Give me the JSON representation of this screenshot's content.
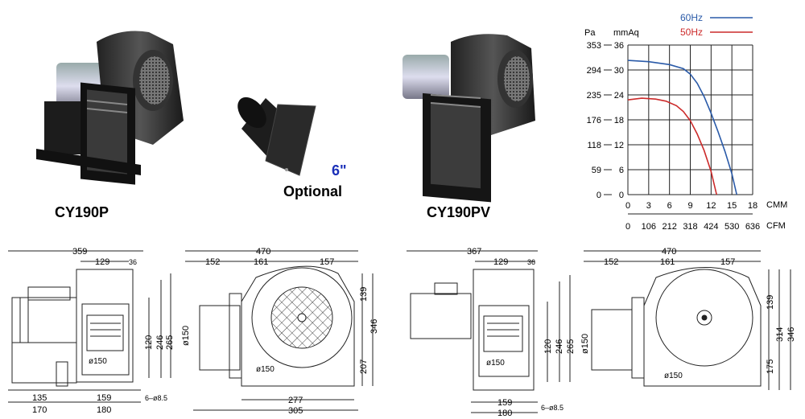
{
  "products": {
    "left_name": "CY190P",
    "right_name": "CY190PV",
    "optional_size": "6\"",
    "optional_label": "Optional"
  },
  "chart_data": {
    "type": "line",
    "title": "",
    "left_axis": {
      "unit": "Pa",
      "ticks": [
        "353",
        "294",
        "235",
        "176",
        "118",
        "59",
        "0"
      ]
    },
    "right_axis": {
      "unit": "mmAq",
      "ticks": [
        "36",
        "30",
        "24",
        "18",
        "12",
        "6",
        "0"
      ],
      "ylim": [
        0,
        36
      ]
    },
    "x_axis_cmm": {
      "unit": "CMM",
      "ticks": [
        "0",
        "3",
        "6",
        "9",
        "12",
        "15",
        "18"
      ],
      "xlim": [
        0,
        18
      ]
    },
    "x_axis_cfm": {
      "unit": "CFM",
      "ticks": [
        "0",
        "106",
        "212",
        "318",
        "424",
        "530",
        "636"
      ]
    },
    "series": [
      {
        "name": "60Hz",
        "color": "#2a5aa8",
        "x": [
          0,
          3,
          6,
          8,
          9,
          10,
          11,
          12,
          13,
          14,
          15,
          15.7
        ],
        "y": [
          32.3,
          32.0,
          31.3,
          30.3,
          29.0,
          26.8,
          23.6,
          19.6,
          15.2,
          10.4,
          5.0,
          0
        ]
      },
      {
        "name": "50Hz",
        "color": "#cc2a2a",
        "x": [
          0,
          2,
          4,
          5.5,
          7,
          8,
          9,
          10,
          11,
          12,
          12.8
        ],
        "y": [
          22.8,
          23.2,
          23.0,
          22.5,
          21.4,
          20.0,
          17.8,
          14.6,
          10.6,
          5.6,
          0
        ]
      }
    ]
  },
  "dims_left": {
    "overall": "359",
    "mid": "129",
    "small": "36",
    "h1": "120",
    "h2": "246",
    "h3": "265",
    "outlet": "ø150",
    "bottom1": "135",
    "bottom2": "159",
    "bottom3": "170",
    "bottom4": "180",
    "holes": "6–ø8.5"
  },
  "dims_side_left": {
    "overall": "470",
    "a": "152",
    "b": "161",
    "c": "157",
    "inlet": "ø150",
    "duct": "ø150",
    "h1": "139",
    "h2": "207",
    "h3": "346",
    "base1": "277",
    "base2": "305"
  },
  "dims_right": {
    "overall": "367",
    "mid": "129",
    "small": "36",
    "h1": "120",
    "h2": "246",
    "h3": "265",
    "outlet": "ø150",
    "bottom1": "159",
    "bottom2": "180",
    "holes": "6–ø8.5"
  },
  "dims_side_right": {
    "overall": "470",
    "a": "152",
    "b": "161",
    "c": "157",
    "inlet": "ø150",
    "duct": "ø150",
    "h1": "139",
    "h2": "175",
    "h3": "314",
    "h4": "346"
  }
}
